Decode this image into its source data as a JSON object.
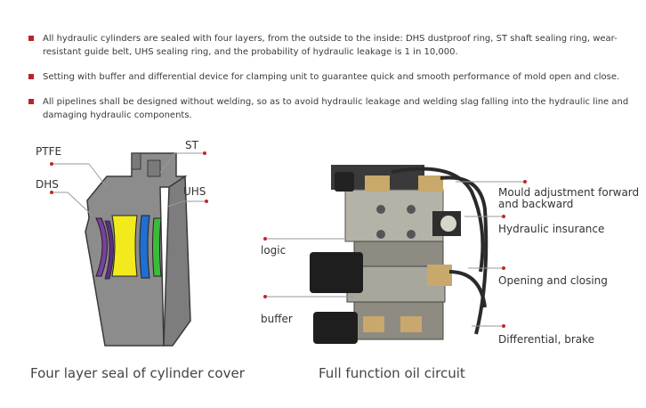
{
  "bullets": [
    "All hydraulic cylinders are sealed with four layers, from the outside to the inside: DHS dustproof ring, ST shaft sealing ring, wear-resistant guide belt, UHS sealing ring, and the probability of hydraulic leakage is 1 in 10,000.",
    "Setting with buffer and differential device for clamping unit to guarantee quick and smooth performance of mold open and close.",
    "All pipelines shall be designed without welding, so as to avoid hydraulic leakage and welding slag falling into the hydraulic line and damaging hydraulic components."
  ],
  "seal_labels": {
    "ptfe": "PTFE",
    "st": "ST",
    "dhs": "DHS",
    "uhs": "UHS"
  },
  "circuit_labels": {
    "mould_adjustment": "Mould adjustment forward and backward",
    "hydraulic_insurance": "Hydraulic insurance",
    "logic": "logic",
    "opening_closing": "Opening and closing",
    "buffer": "buffer",
    "differential_brake": "Differential, brake"
  },
  "captions": {
    "seal": "Four layer seal of cylinder cover",
    "circuit": "Full function oil circuit"
  },
  "colors": {
    "bullet_red": "#b8232a",
    "dot_red": "#c0272d",
    "leader_gray": "#9a9a9a",
    "seal_purple": "#7a3fa0",
    "seal_yellow": "#f2ea1c",
    "seal_blue": "#1f6fd1",
    "seal_green": "#3cba3c"
  }
}
